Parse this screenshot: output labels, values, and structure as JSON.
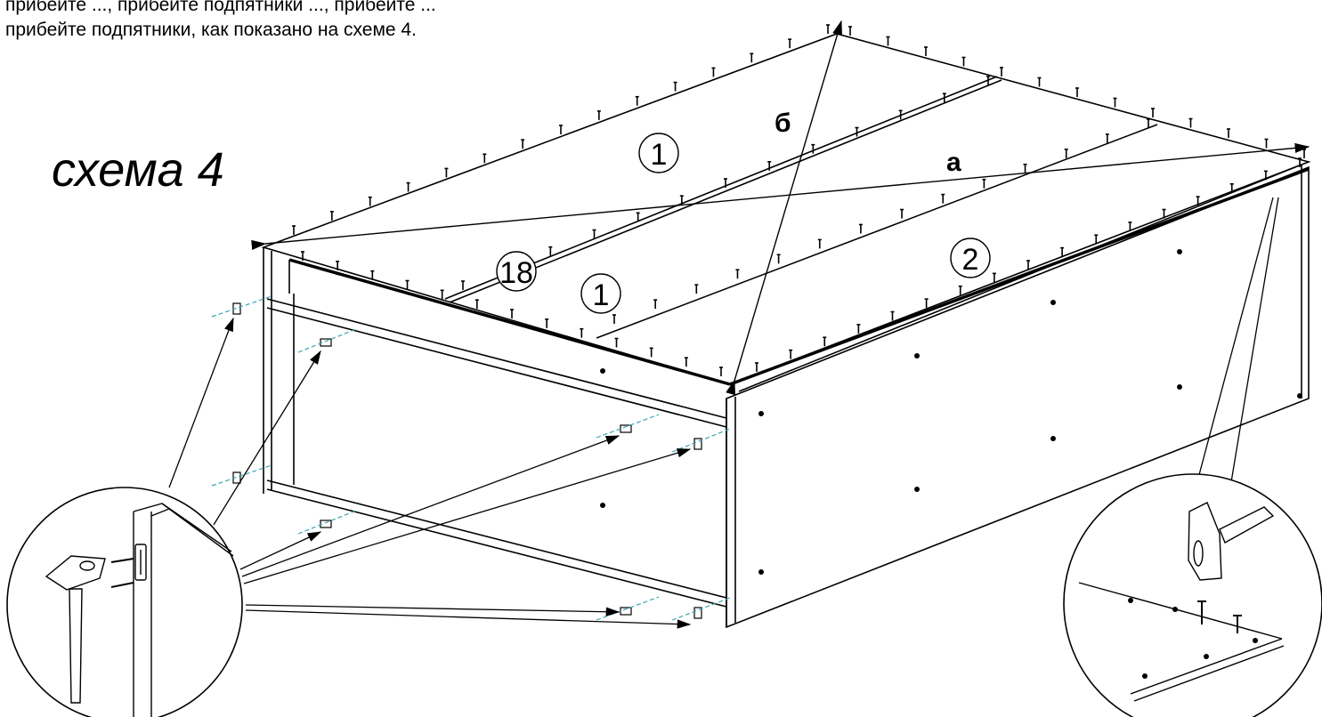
{
  "instruction": {
    "line1": "прибейте ..., прибейте подпятники ..., прибейте ...",
    "line2": "прибейте подпятники, как показано на схеме 4."
  },
  "scheme_title": "схема 4",
  "labels": {
    "part_top_left": "1",
    "part_18": "18",
    "part_top_mid": "1",
    "part_right": "2",
    "diag_a": "а",
    "diag_b": "б"
  },
  "colors": {
    "line": "#000000",
    "dashed_hint": "#3aa6b0",
    "background": "#ffffff"
  },
  "icons": [
    "hammer-icon",
    "nail-icon",
    "foot-pad-icon",
    "magnifier-circle"
  ]
}
